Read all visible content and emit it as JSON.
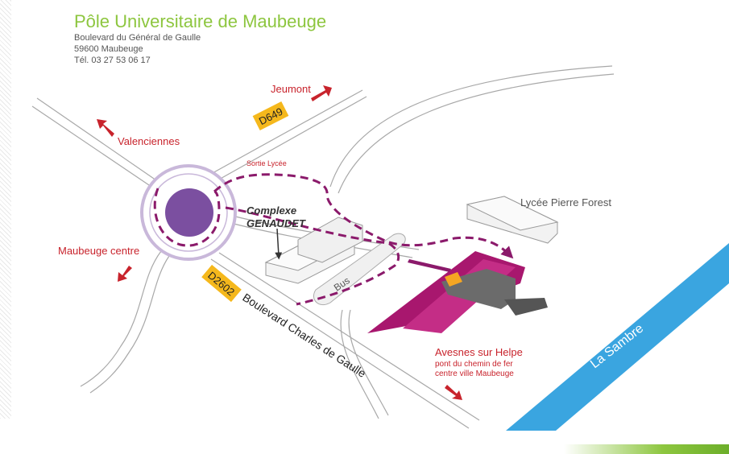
{
  "header": {
    "title": "Pôle Universitaire de Maubeuge",
    "address_line1": "Boulevard du Général de Gaulle",
    "address_line2": "59600 Maubeuge",
    "phone": "Tél. 03 27 53 06 17"
  },
  "labels": {
    "jeumont": "Jeumont",
    "valenciennes": "Valenciennes",
    "maubeuge_centre": "Maubeuge centre",
    "sortie_lycee": "Sortie Lycée",
    "complexe": "Complexe",
    "genaudet": "GENAUDET",
    "lycee": "Lycée Pierre Forest",
    "bus": "Bus",
    "boulevard": "Boulevard Charles de Gaulle",
    "avesnes": "Avesnes sur Helpe",
    "pont": "pont du chemin de fer",
    "centre_ville": "centre ville Maubeuge",
    "sambre": "La Sambre"
  },
  "badges": {
    "d649": "D649",
    "d2602": "D2602"
  },
  "colors": {
    "title_green": "#8dc63f",
    "label_red": "#c8232c",
    "route_purple": "#8b1a6b",
    "roundabout_purple": "#7b4fa0",
    "roundabout_ring": "#c9b8da",
    "badge_yellow": "#f5b81c",
    "river_blue": "#3aa5e0",
    "building_magenta": "#a8176e",
    "building_dark": "#555555"
  }
}
